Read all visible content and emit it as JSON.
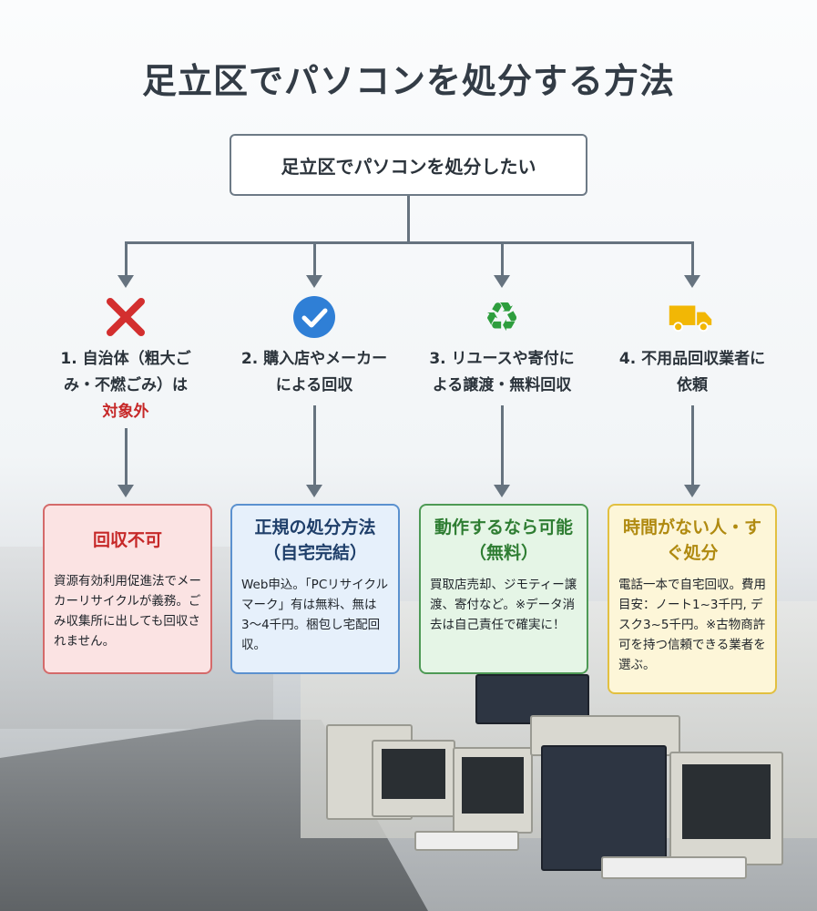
{
  "title": "足立区でパソコンを処分する方法",
  "root": "足立区でパソコンを処分したい",
  "options": [
    {
      "icon": "cross-icon",
      "line1": "1. 自治体（粗大ご",
      "line2": "み・不燃ごみ）は",
      "line3": "対象外",
      "box_title": "回収不可",
      "box_text": "資源有効利用促進法でメーカーリサイクルが義務。ごみ収集所に出しても回収されません。"
    },
    {
      "icon": "check-icon",
      "line1": "2. 購入店やメーカー",
      "line2": "による回収",
      "box_title": "正規の処分方法（自宅完結）",
      "box_text": "Web申込。「PCリサイクルマーク」有は無料、無は3〜4千円。梱包し宅配回収。"
    },
    {
      "icon": "recycle-icon",
      "line1": "3. リユースや寄付に",
      "line2": "よる譲渡・無料回収",
      "box_title": "動作するなら可能（無料）",
      "box_text": "買取店売却、ジモティー譲渡、寄付など。※データ消去は自己責任で確実に！"
    },
    {
      "icon": "truck-icon",
      "line1": "4. 不用品回収業者に",
      "line2": "依頼",
      "box_title": "時間がない人・すぐ処分",
      "box_text": "電話一本で自宅回収。費用目安：ノート1~3千円, デスク3~5千円。※古物商許可を持つ信頼できる業者を選ぶ。"
    }
  ],
  "colors": {
    "red": "#c62828",
    "blue": "#2f7fd6",
    "green": "#2e9e3e",
    "yellow": "#f2b705"
  }
}
